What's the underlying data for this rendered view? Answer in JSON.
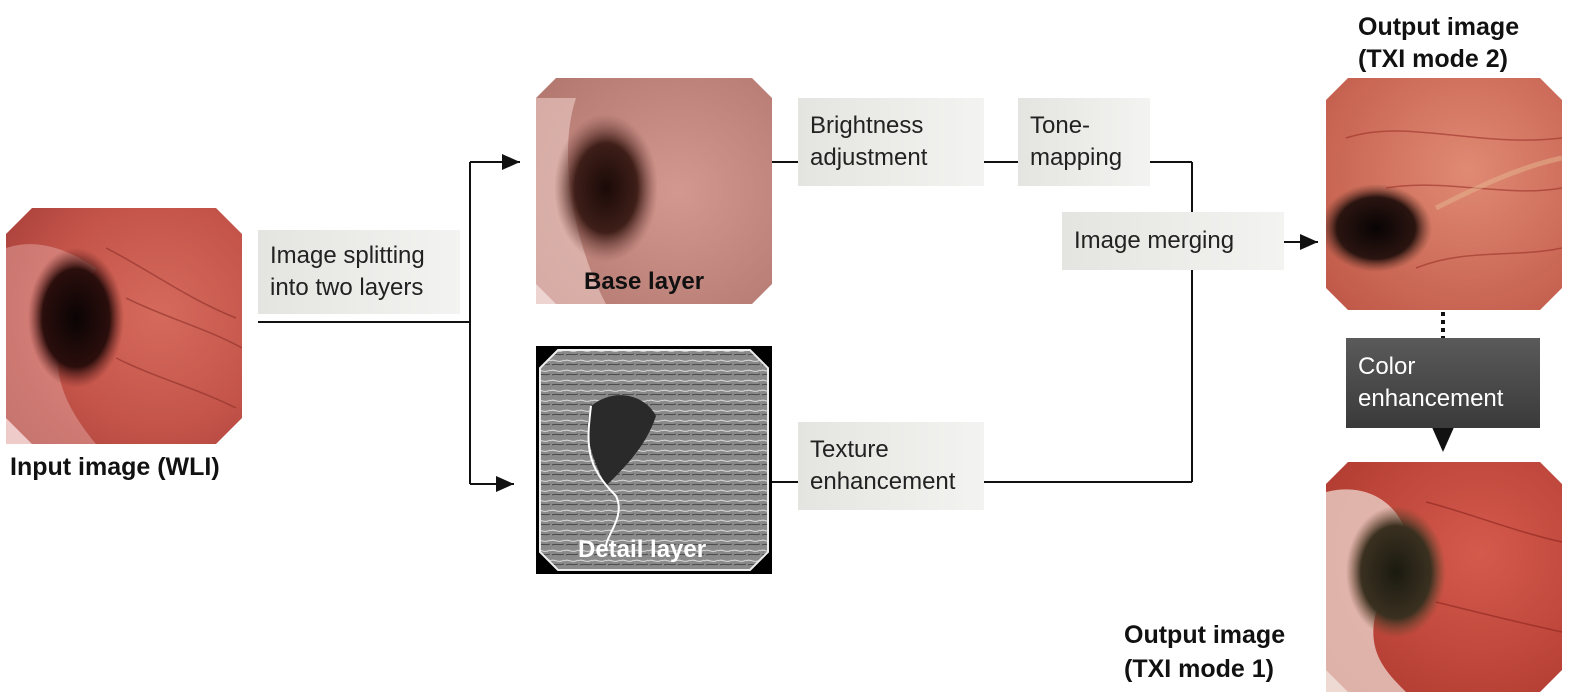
{
  "images": {
    "input": {
      "caption": "Input image (WLI)"
    },
    "base": {
      "label": "Base layer"
    },
    "detail": {
      "label": "Detail layer"
    },
    "output2": {
      "caption_line1": "Output image",
      "caption_line2": "(TXI mode 2)"
    },
    "output1": {
      "caption_line1": "Output image",
      "caption_line2": "(TXI mode 1)"
    }
  },
  "steps": {
    "splitting": [
      "Image splitting",
      "into two layers"
    ],
    "brightness": [
      "Brightness",
      "adjustment"
    ],
    "tone_mapping": [
      "Tone-",
      "mapping"
    ],
    "merging": [
      "Image merging"
    ],
    "texture": [
      "Texture",
      "enhancement"
    ],
    "color": [
      "Color",
      "enhancement"
    ]
  },
  "colors": {
    "step_box": "#ececea",
    "color_box": "#4a4a4a",
    "mucosa": "#c65a4e",
    "lumen": "#1a0e0c"
  }
}
